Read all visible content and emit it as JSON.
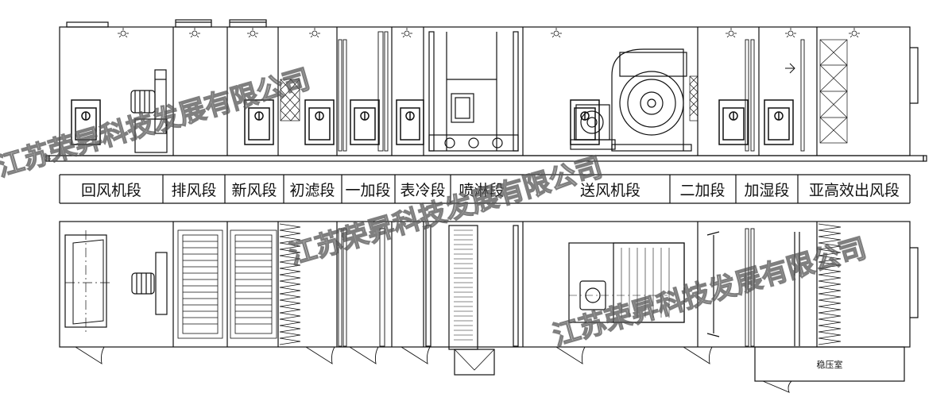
{
  "sections": [
    "回风机段",
    "排风段",
    "新风段",
    "初滤段",
    "一加段",
    "表冷段",
    "喷淋段",
    "送风机段",
    "二加段",
    "加湿段",
    "亚高效出风段"
  ],
  "chamber_label": "稳压室",
  "watermarks": [
    "江苏荣昇科技发展有限公司",
    "江苏荣昇科技发展有限公司",
    "江苏荣昇科技发展有限公司"
  ],
  "colors": {
    "line": "#111111",
    "watermark": "#555555"
  }
}
